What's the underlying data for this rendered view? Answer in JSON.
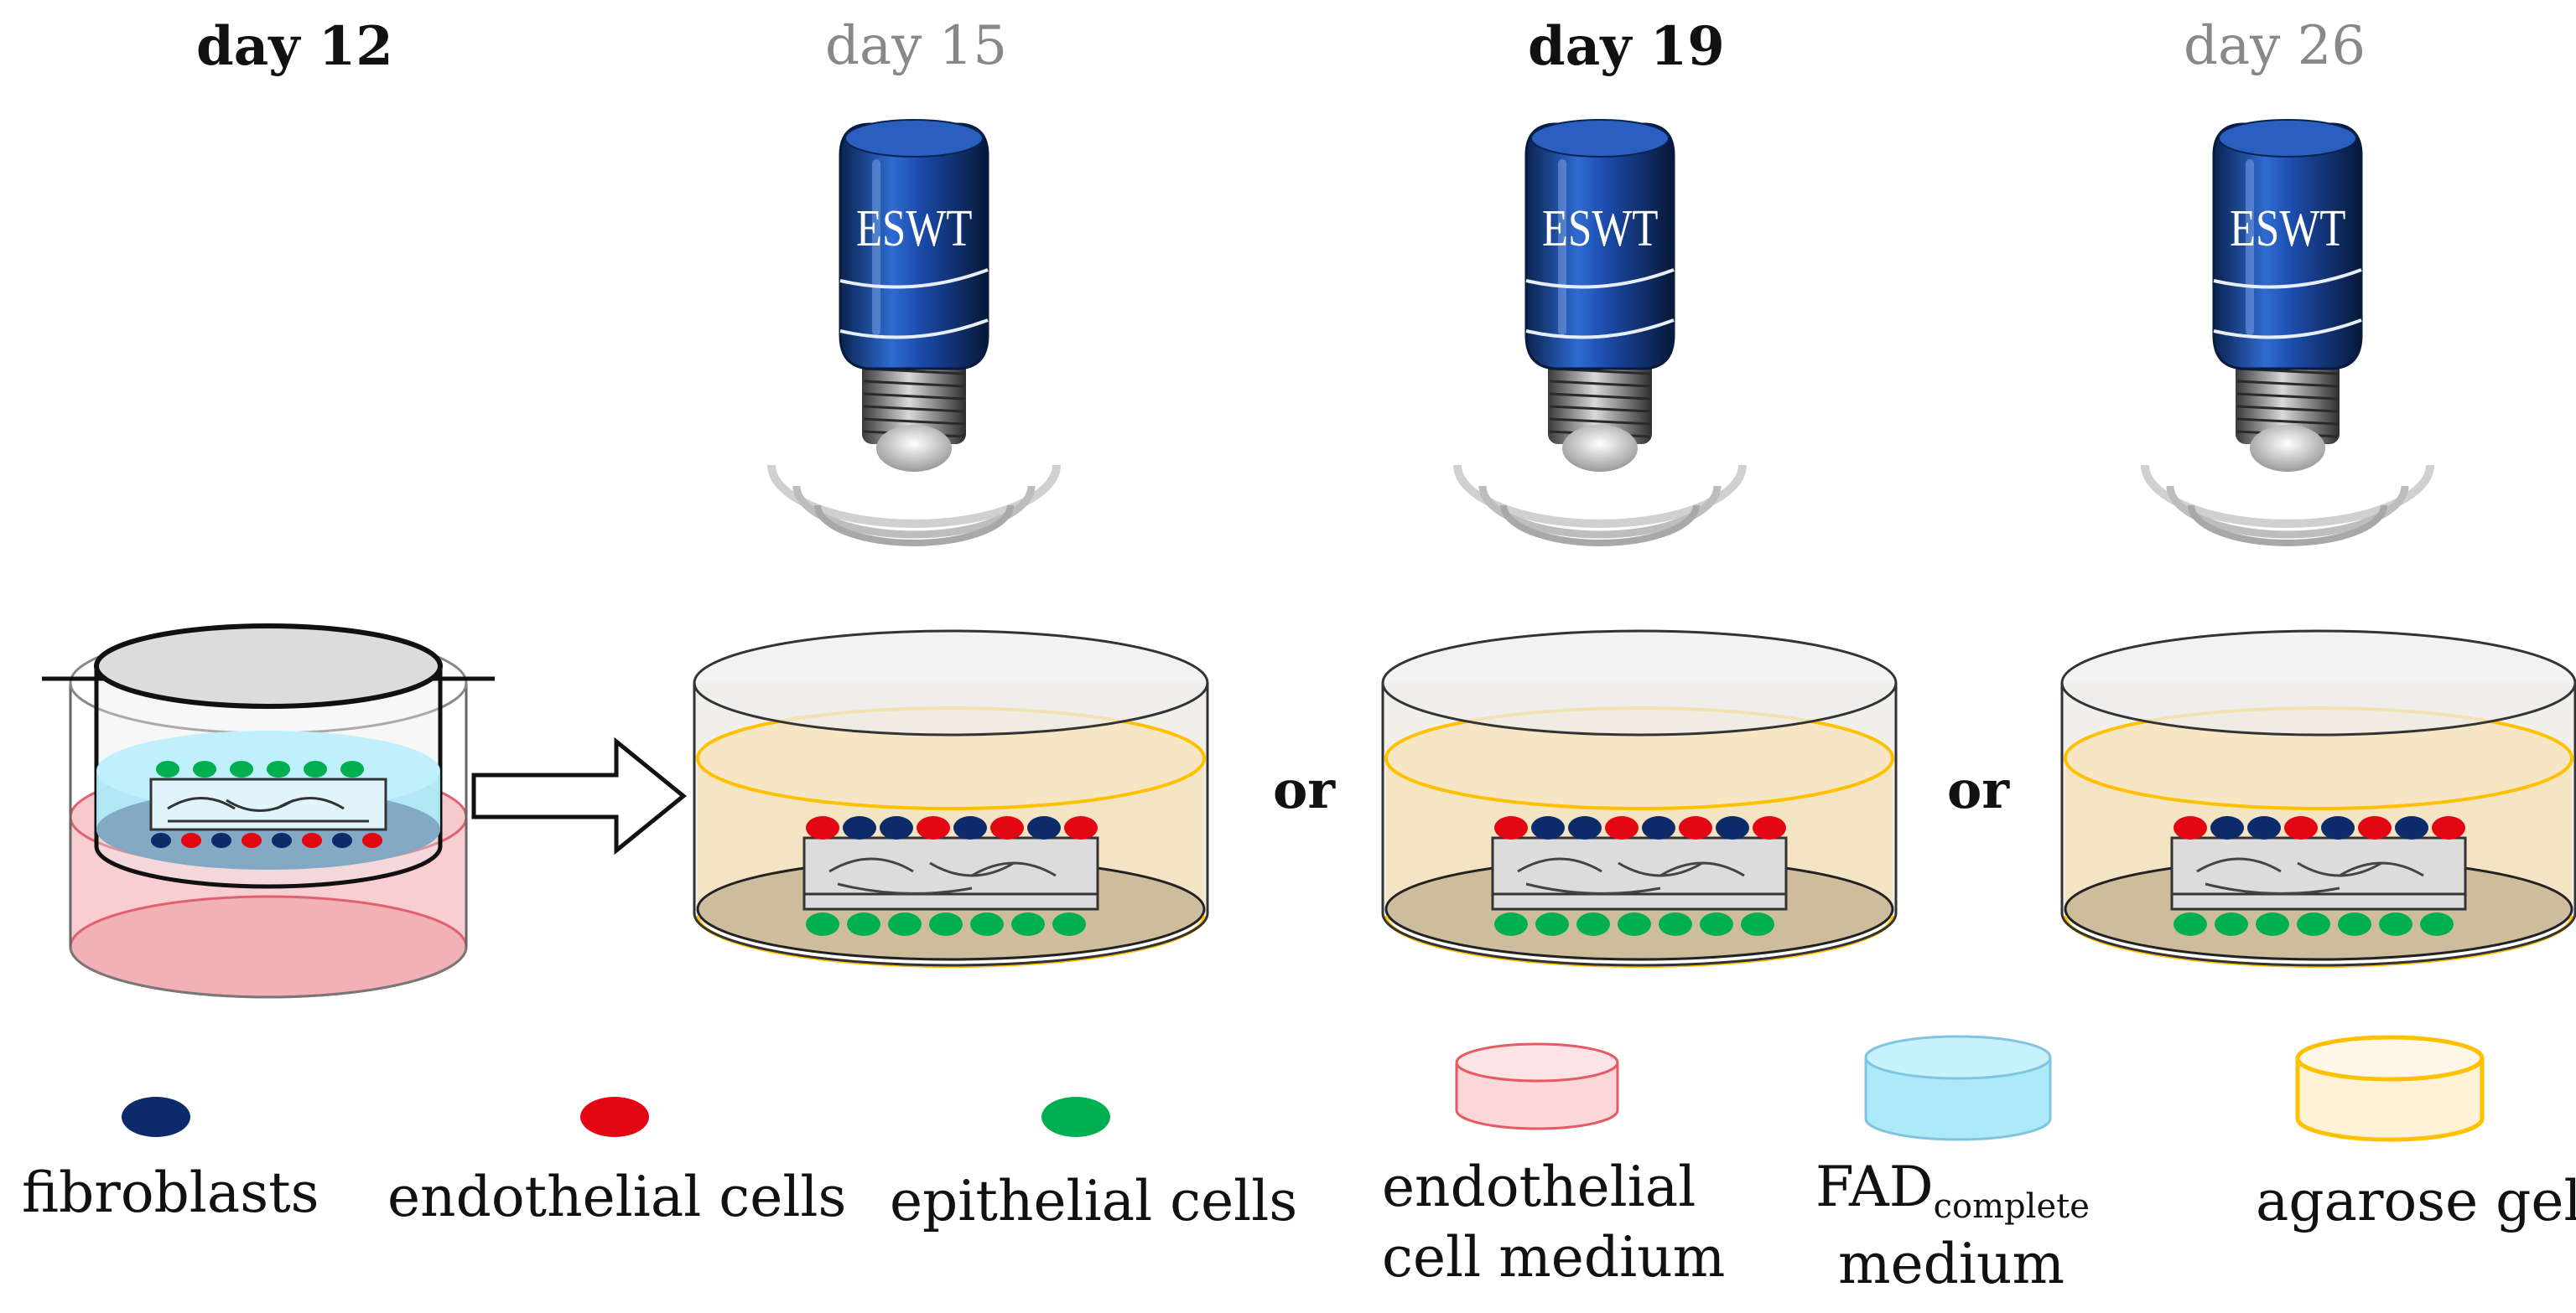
{
  "days": [
    {
      "id": "day12",
      "label": "day 12",
      "style": "bold-black"
    },
    {
      "id": "day15",
      "label": "day 15",
      "style": "gray"
    },
    {
      "id": "day19",
      "label": "day 19",
      "style": "bold-black"
    },
    {
      "id": "day26",
      "label": "day 26",
      "style": "gray"
    }
  ],
  "device_label": "ESWT",
  "connector": "or",
  "legend": {
    "fibroblasts": "fibroblasts",
    "endothelial_cells": "endothelial cells",
    "epithelial_cells": "epithelial cells",
    "endothelial_medium_line1": "endothelial",
    "endothelial_medium_line2": "cell medium",
    "fad_main": "FAD",
    "fad_sub": "complete",
    "fad_line2": "medium",
    "agarose": "agarose gel"
  },
  "colors": {
    "fibroblast": "#0d2a6b",
    "endothelial": "#e30613",
    "epithelial": "#00b050",
    "endothelial_medium": "#f8c9cc",
    "fad_medium": "#aee9f7",
    "agarose_fill": "#fdf1d6",
    "agarose_edge": "#ffc000",
    "device_blue": "#1f4d9e"
  }
}
